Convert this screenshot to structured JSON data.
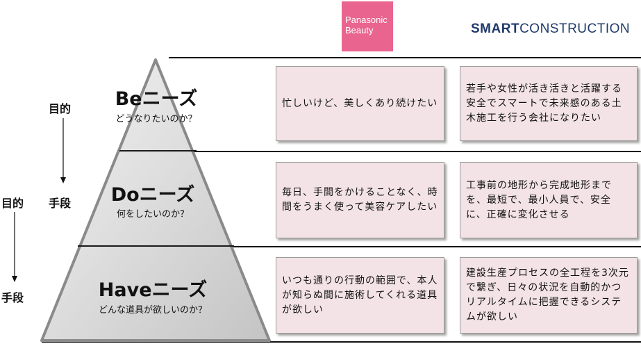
{
  "logos": {
    "panasonic_line1": "Panasonic",
    "panasonic_line2": "Beauty",
    "smart_bold": "SMART",
    "smart_rest": "CONSTRUCTION"
  },
  "colors": {
    "card_fill": "#f3e3e6",
    "panasonic_pink": "#e9658f",
    "smart_navy": "#1f3a6b"
  },
  "levels": [
    {
      "title": "Beニーズ",
      "subtitle": "どうなりたいのか？"
    },
    {
      "title": "Doニーズ",
      "subtitle": "何をしたいのか？"
    },
    {
      "title": "Haveニーズ",
      "subtitle": "どんな道具が欲しいのか？"
    }
  ],
  "labels": {
    "inner_top": "目的",
    "inner_bottom": "手段",
    "outer_top": "目的",
    "outer_bottom": "手段"
  },
  "cards": {
    "be_beauty": "忙しいけど、美しくあり続けたい",
    "be_construction": "若手や女性が活き活きと活躍する安全でスマートで未来感のある土木施工を行う会社になりたい",
    "do_beauty": "毎日、手間をかけることなく、時間をうまく使って美容ケアしたい",
    "do_construction": "工事前の地形から完成地形までを、最短で、最小人員で、安全に、正確に変化させる",
    "have_beauty": "いつも通りの行動の範囲で、本人が知らぬ間に施術してくれる道具が欲しい",
    "have_construction": "建設生産プロセスの全工程を3次元で繋ぎ、日々の状況を自動的かつリアルタイムに把握できるシステムが欲しい"
  }
}
